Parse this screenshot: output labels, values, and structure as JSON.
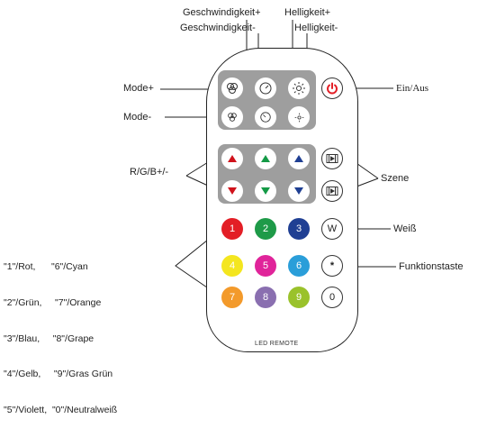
{
  "labels": {
    "speed_plus": "Geschwindigkeit+",
    "speed_minus": "Geschwindigkeit-",
    "bright_plus": "Helligkeit+",
    "bright_minus": "Helligkeit-",
    "mode_plus": "Mode+",
    "mode_minus": "Mode-",
    "on_off": "Ein/Aus",
    "rgb": "R/G/B+/-",
    "scene": "Szene",
    "white": "Weiß",
    "function_key": "Funktionstaste"
  },
  "digit_legend": [
    "\"1\"/Rot,      \"6\"/Cyan",
    "\"2\"/Grün,     \"7\"/Orange",
    "\"3\"/Blau,     \"8\"/Grape",
    "\"4\"/Gelb,     \"9\"/Gras Grün",
    "\"5\"/Violett,  \"0\"/Neutralweiß"
  ],
  "keys": {
    "row1": [
      "1",
      "2",
      "3",
      "W"
    ],
    "row2": [
      "4",
      "5",
      "6",
      "*"
    ],
    "row3": [
      "7",
      "8",
      "9",
      "0"
    ]
  },
  "key_colors": {
    "k1": "#e31e26",
    "k2": "#1e9a48",
    "k3": "#1f3f93",
    "k4": "#f4e61f",
    "k5": "#e0249a",
    "k6": "#2a9ed9",
    "k7": "#f39a2b",
    "k8": "#8a6fb0",
    "k9": "#9ac22b",
    "arrow_red": "#d0121b",
    "arrow_green": "#149a46",
    "arrow_blue": "#1f3f93",
    "power": "#e31e26",
    "panel": "#9e9e9e"
  },
  "icons": {
    "mode_plus": "three-circles-icon",
    "mode_minus": "three-small-circles-icon",
    "speed_plus": "speedometer-icon",
    "speed_minus": "speedometer-icon",
    "bright_plus": "sun-icon",
    "bright_minus": "small-sun-icon",
    "power": "power-icon",
    "scene": "film-icon"
  },
  "caption": "LED REMOTE"
}
